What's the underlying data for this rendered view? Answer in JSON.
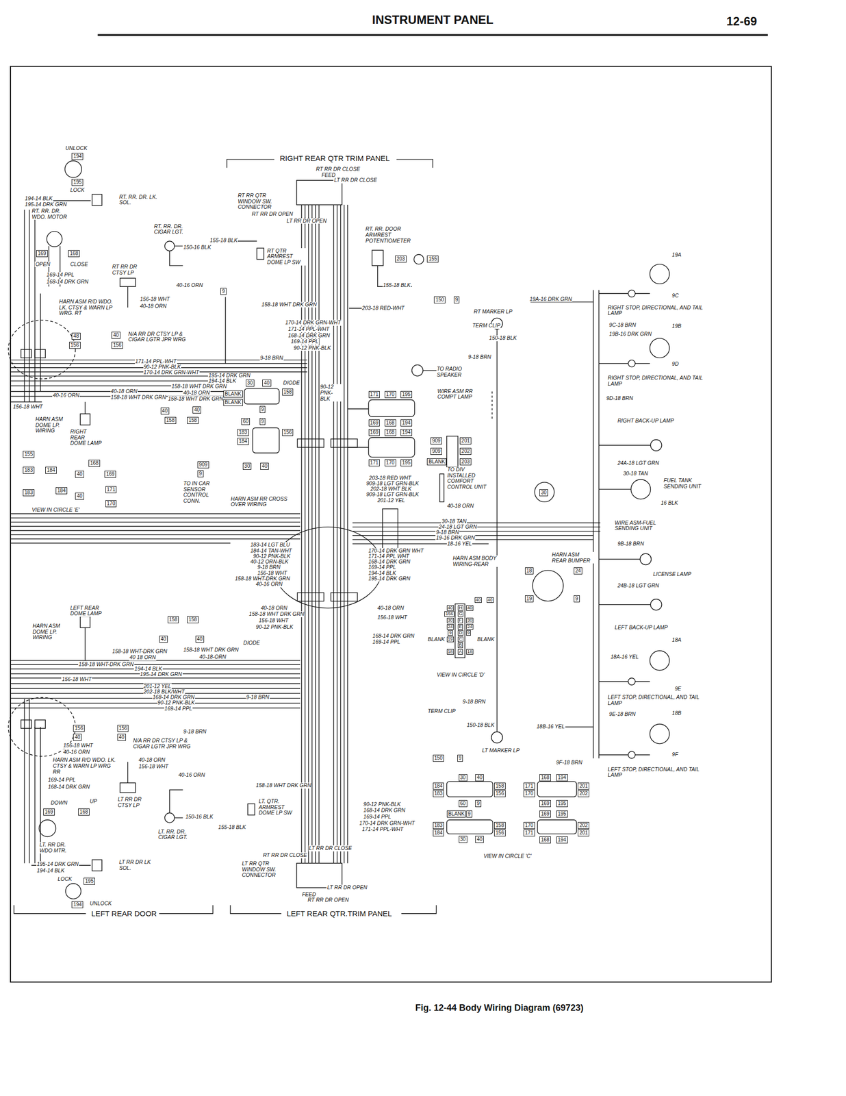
{
  "diagram": {
    "title": "INSTRUMENT PANEL",
    "caption": "Fig. 12-44 Body Wiring Diagram (69723)",
    "nodes": [
      {
        "text": [
          "194"
        ]
      },
      {
        "text": [
          "195"
        ]
      },
      {
        "text": [
          "169"
        ]
      },
      {
        "text": [
          "168"
        ]
      },
      {
        "text": [
          "48"
        ]
      },
      {
        "text": [
          "40"
        ]
      },
      {
        "text": [
          "156"
        ]
      },
      {
        "text": [
          "156"
        ]
      },
      {
        "text": [
          "9"
        ]
      },
      {
        "text": [
          "203"
        ]
      },
      {
        "text": [
          "155"
        ]
      },
      {
        "text": [
          "150"
        ]
      },
      {
        "text": [
          "9"
        ]
      },
      {
        "text": [
          "30"
        ]
      },
      {
        "text": [
          "40"
        ]
      },
      {
        "text": [
          "158"
        ]
      },
      {
        "text": [
          "BLANK"
        ]
      },
      {
        "text": [
          "BLANK"
        ]
      },
      {
        "text": [
          "9"
        ]
      },
      {
        "text": [
          "60"
        ]
      },
      {
        "text": [
          "9"
        ]
      },
      {
        "text": [
          "183"
        ]
      },
      {
        "text": [
          "156"
        ]
      },
      {
        "text": [
          "184"
        ]
      },
      {
        "text": [
          "30"
        ]
      },
      {
        "text": [
          "40"
        ]
      },
      {
        "text": [
          "40"
        ]
      },
      {
        "text": [
          "40"
        ]
      },
      {
        "text": [
          "158"
        ]
      },
      {
        "text": [
          "158"
        ]
      },
      {
        "text": [
          "909"
        ]
      },
      {
        "text": [
          "9"
        ]
      },
      {
        "text": [
          "155"
        ]
      },
      {
        "text": [
          "168"
        ]
      },
      {
        "text": [
          "183"
        ]
      },
      {
        "text": [
          "184"
        ]
      },
      {
        "text": [
          "40"
        ]
      },
      {
        "text": [
          "169"
        ]
      },
      {
        "text": [
          "183"
        ]
      },
      {
        "text": [
          "184"
        ]
      },
      {
        "text": [
          "40"
        ]
      },
      {
        "text": [
          "171"
        ]
      },
      {
        "text": [
          "170"
        ]
      },
      {
        "text": [
          "171"
        ]
      },
      {
        "text": [
          "170"
        ]
      },
      {
        "text": [
          "195"
        ]
      },
      {
        "text": [
          "169"
        ]
      },
      {
        "text": [
          "168"
        ]
      },
      {
        "text": [
          "194"
        ]
      },
      {
        "text": [
          "169"
        ]
      },
      {
        "text": [
          "168"
        ]
      },
      {
        "text": [
          "194"
        ]
      },
      {
        "text": [
          "171"
        ]
      },
      {
        "text": [
          "170"
        ]
      },
      {
        "text": [
          "195"
        ]
      },
      {
        "text": [
          "909"
        ]
      },
      {
        "text": [
          "201"
        ]
      },
      {
        "text": [
          "909"
        ]
      },
      {
        "text": [
          "202"
        ]
      },
      {
        "text": [
          "BLANK"
        ]
      },
      {
        "text": [
          "203"
        ]
      },
      {
        "text": [
          "30"
        ]
      },
      {
        "text": [
          "18"
        ]
      },
      {
        "text": [
          "24"
        ]
      },
      {
        "text": [
          "19"
        ]
      },
      {
        "text": [
          "9"
        ]
      },
      {
        "text": [
          "158"
        ]
      },
      {
        "text": [
          "158"
        ]
      },
      {
        "text": [
          "40"
        ]
      },
      {
        "text": [
          "40"
        ]
      },
      {
        "text": [
          "156"
        ]
      },
      {
        "text": [
          "40"
        ]
      },
      {
        "text": [
          "156"
        ]
      },
      {
        "text": [
          "40"
        ]
      },
      {
        "text": [
          "169"
        ]
      },
      {
        "text": [
          "168"
        ]
      },
      {
        "text": [
          "195"
        ]
      },
      {
        "text": [
          "194"
        ]
      },
      {
        "text": [
          "150"
        ]
      },
      {
        "text": [
          "9"
        ]
      },
      {
        "text": [
          "30"
        ]
      },
      {
        "text": [
          "40"
        ]
      },
      {
        "text": [
          "184"
        ]
      },
      {
        "text": [
          "183"
        ]
      },
      {
        "text": [
          "158"
        ]
      },
      {
        "text": [
          "156"
        ]
      },
      {
        "text": [
          "60"
        ]
      },
      {
        "text": [
          "9"
        ]
      },
      {
        "text": [
          "BLANK"
        ]
      },
      {
        "text": [
          "9"
        ]
      },
      {
        "text": [
          "158"
        ]
      },
      {
        "text": [
          "156"
        ]
      },
      {
        "text": [
          "30"
        ]
      },
      {
        "text": [
          "40"
        ]
      },
      {
        "text": [
          "183"
        ]
      },
      {
        "text": [
          "184"
        ]
      },
      {
        "text": [
          "168"
        ]
      },
      {
        "text": [
          "194"
        ]
      },
      {
        "text": [
          "171"
        ]
      },
      {
        "text": [
          "170"
        ]
      },
      {
        "text": [
          "201"
        ]
      },
      {
        "text": [
          "202"
        ]
      },
      {
        "text": [
          "169"
        ]
      },
      {
        "text": [
          "195"
        ]
      },
      {
        "text": [
          "169"
        ]
      },
      {
        "text": [
          "195"
        ]
      },
      {
        "text": [
          "170"
        ]
      },
      {
        "text": [
          "171"
        ]
      },
      {
        "text": [
          "202"
        ]
      },
      {
        "text": [
          "201"
        ]
      },
      {
        "text": [
          "168"
        ]
      },
      {
        "text": [
          "194"
        ]
      }
    ],
    "labels": [
      "12-69",
      "UNLOCK",
      "LOCK",
      "194-14 BLK",
      "195-14 DRK GRN",
      "RT. RR. DR. LK. SOL.",
      "RT. RR. DR. WDO. MOTOR",
      "OPEN",
      "CLOSE",
      "169-14 PPL",
      "168-14 DRK GRN",
      "RT. RR. DR. CIGAR LGT.",
      "150-16 BLK",
      "40-16 ORN",
      "RT RR DR CTSY LP",
      "156-18 WHT",
      "40-18 ORN",
      "HARN ASM R/D WDO. LK. CTSY & WARN LP WRG. RT",
      "N/A RR DR CTSY LP & CIGAR LGTR JPR WRG",
      "156-18 WHT",
      "40-16 ORN",
      "RIGHT REAR QTR TRIM PANEL",
      "RT RR DR CLOSE",
      "FEED",
      "LT RR DR CLOSE",
      "RT RR QTR WINDOW SW. CONNECTOR",
      "RT RR DR OPEN",
      "LT RR DR OPEN",
      "155-18 BLK",
      "RT QTR ARMREST DOME LP SW",
      "158-18 WHT DRK GRN",
      "170-14 DRK GRN-WHT",
      "171-14 PPL-WHT",
      "168-14 DRK GRN",
      "169-14 PPL",
      "90-12 PNK-BLK",
      "9-18 BRN",
      "RT. RR. DOOR ARMREST POTENTIOMETER",
      "155-18 BLK",
      "203-18 RED-WHT",
      "RT MARKER LP",
      "TERM CLIP",
      "150-18 BLK",
      "9-18 BRN",
      "TO RADIO SPEAKER",
      "WIRE ASM RR COMPT LAMP",
      "19A-16 DRK GRN",
      "19A",
      "9C",
      "RIGHT STOP, DIRECTIONAL, AND TAIL LAMP",
      "9C-18 BRN",
      "19B",
      "19B-16 DRK GRN",
      "9D",
      "RIGHT STOP, DIRECTIONAL, AND TAIL LAMP",
      "9D-18 BRN",
      "RIGHT BACK-UP LAMP",
      "171-14 PPL-WHT",
      "90-12 PNK-BLK",
      "170-14 DRK GRN-WHT",
      "195-14 DRK GRN",
      "194-14 BLK",
      "158-18 WHT DRK GRN",
      "40-18 ORN",
      "158-18 WHT DRK GRN",
      "40-18 ORN",
      "158-18 WHT DRK GRN",
      "DIODE",
      "90-12 PNK-BLK",
      "HARN ASM DOME LP. WIRING",
      "RIGHT REAR DOME LAMP",
      "VIEW IN CIRCLE 'E'",
      "TO IN CAR SENSOR CONTROL CONN.",
      "HARN ASM RR CROSS OVER WIRING",
      "203-18 RED WHT",
      "909-18 LGT GRN-BLK",
      "202-18 WHT BLK",
      "909-18 LGT GRN-BLK",
      "201-12 YEL",
      "TO DIV INSTALLED COMFORT CONTROL UNIT",
      "40-18 ORN",
      "30-18 TAN",
      "24-18 LGT GRN",
      "9-18 BRN",
      "19-16 DRK GRN",
      "18-16 YEL",
      "HARN ASM BODY WIRING-REAR",
      "24A-18 LGT GRN",
      "30-18 TAN",
      "FUEL TANK SENDING UNIT",
      "16 BLK",
      "WIRE ASM-FUEL SENDING UNIT",
      "9B-18 BRN",
      "HARN ASM REAR BUMPER",
      "LICENSE LAMP",
      "24B-18 LGT GRN",
      "LEFT BACK-UP LAMP",
      "183-14 LGT BLU",
      "184-14 TAN-WHT",
      "90-12 PNK-BLK",
      "40-12 ORN-BLK",
      "9-18 BRN",
      "156-18 WHT",
      "158-18 WHT-DRK GRN",
      "40-16 ORN",
      "170-14 DRK GRN WHT",
      "171-14 PPL WHT",
      "168-14 DRK GRN",
      "169-14 PPL",
      "194-14 BLK",
      "195-14 DRK GRN",
      "40-18 ORN",
      "158-18 WHT DRK GRN",
      "156-18 WHT",
      "90-12 PNK-BLK",
      "40-18 ORN",
      "156-18 WHT",
      "168-14 DRK GRN",
      "169-14 PPL",
      "DIODE",
      "40",
      "H",
      "40",
      "156",
      "G",
      "30",
      "F",
      "30",
      "24",
      "E",
      "24",
      "9",
      "D",
      "9",
      "BLANK",
      "19",
      "C",
      "BLANK",
      "B",
      "18",
      "A",
      "18",
      "40",
      "40",
      "VIEW IN CIRCLE 'D'",
      "18A",
      "18A-16 YEL",
      "9E",
      "LEFT STOP, DIRECTIONAL, AND TAIL LAMP",
      "9E-18 BRN",
      "18B",
      "18B-16 YEL",
      "9F-18 BRN",
      "9F",
      "LEFT STOP, DIRECTIONAL, AND TAIL LAMP",
      "9-18 BRN",
      "TERM CLIP",
      "150-18 BLK",
      "LT MARKER LP",
      "VIEW IN CIRCLE 'C'",
      "LEFT REAR DOME LAMP",
      "HARN ASM DOME LP. WIRING",
      "158-18 WHT-DRK GRN",
      "40 18 ORN",
      "158-18 WHT DRK GRN",
      "40-18-ORN",
      "158-18 WHT-DRK GRN",
      "194-14 BLK",
      "195-14 DRK GRN",
      "156-18 WHT",
      "201-12 YEL",
      "202-18 BLK/WHT",
      "168-14 DRK GRN",
      "90-12 PNK-BLK",
      "169-14 PPL",
      "9-18 BRN",
      "9-18 BRN",
      "N/A RR DR CTSY LP & CIGAR LGTR JPR WRG",
      "40-18 ORN",
      "156-18 WHT",
      "156-18 WHT",
      "40-16 ORN",
      "HARN ASM R/D WDO. LK. CTSY & WARN LP WRG RR",
      "169-14 PPL",
      "168-14 DRK GRN",
      "DOWN",
      "UP",
      "LT RR DR CTSY LP",
      "40-16 ORN",
      "150-16 BLK",
      "LT. RR. DR. CIGAR LGT.",
      "LT. RR DR. WDO MTR.",
      "195-14 DRK GRN",
      "194-14 BLK",
      "LT RR DR LK SOL.",
      "LOCK",
      "UNLOCK",
      "LEFT REAR DOOR",
      "158-18 WHT DRK GRN",
      "LT. QTR. ARMREST DOME LP SW",
      "155-18 BLK",
      "90-12 PNK-BLK",
      "168-14 DRK GRN",
      "169-14 PPL",
      "170-14 DRK GRN-WHT",
      "171-14 PPL-WHT",
      "LT RR DR CLOSE",
      "RT RR DR CLOSE",
      "LT RR QTR WINDOW SW. CONNECTOR",
      "FEED",
      "LT RR DR OPEN",
      "RT RR DR OPEN",
      "LEFT REAR QTR.TRIM PANEL"
    ]
  }
}
